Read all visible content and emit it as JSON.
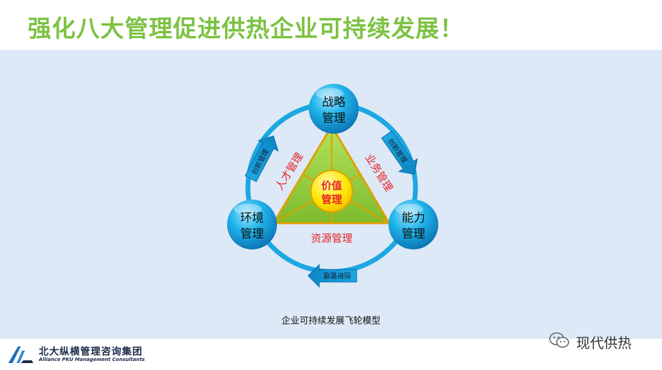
{
  "title": "强化八大管理促进供热企业可持续发展！",
  "diagram": {
    "nodes": {
      "top": [
        "战略",
        "管理"
      ],
      "right": [
        "能力",
        "管理"
      ],
      "left": [
        "环境",
        "管理"
      ],
      "center": [
        "价值",
        "管理"
      ]
    },
    "edges": {
      "left": "人才管理",
      "right": "业务管理",
      "bottom": "资源管理"
    },
    "arrows": {
      "top_left": "创新管理",
      "top_right": "创新管理",
      "bottom": "创新管理"
    },
    "caption": "企业可持续发展飞轮模型"
  },
  "footer": {
    "company_cn": "北大纵横管理咨询集团",
    "company_en": "Alliance PKU Management Consultants",
    "logo_icon": "pku-alliance-logo-icon",
    "wechat_icon": "wechat-icon",
    "wechat_label": "现代供热"
  },
  "colors": {
    "title": "#7cc242",
    "panel": "#dde9f6",
    "ring": "#1ea7e1",
    "triangle": "#8cc63f",
    "center": "#ffe600",
    "edge_text": "#e8232a"
  }
}
